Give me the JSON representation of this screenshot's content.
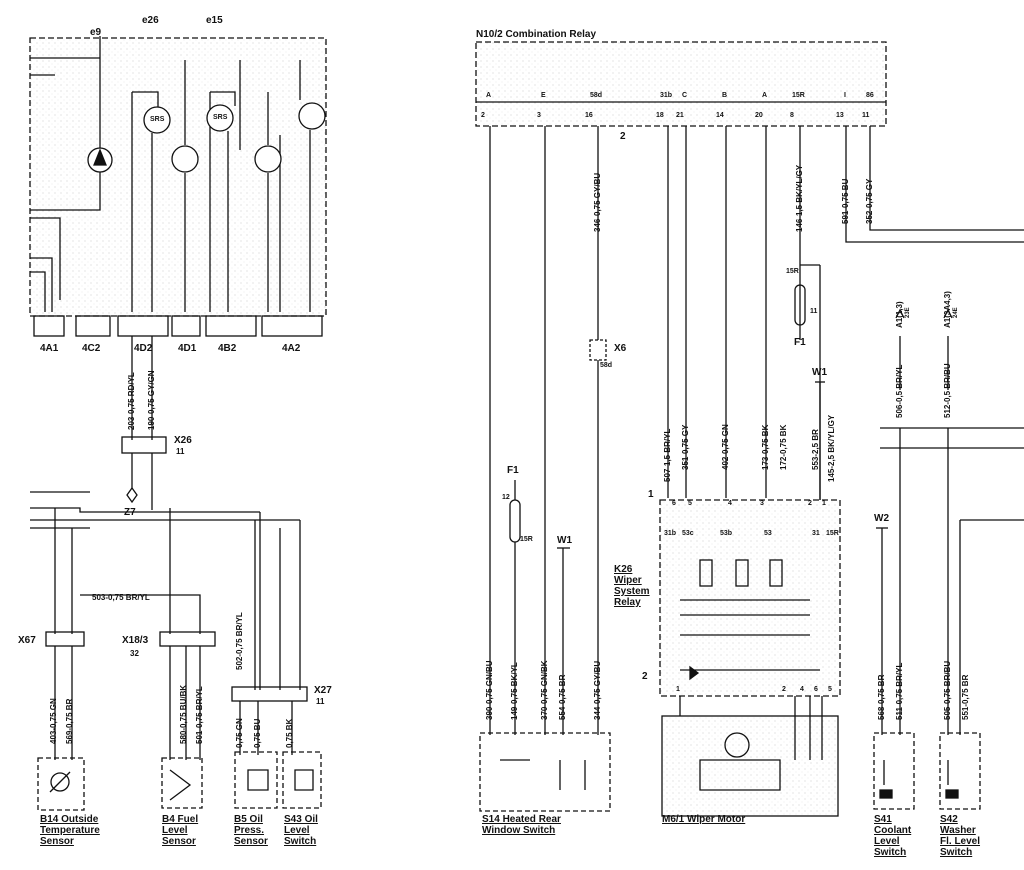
{
  "cluster": {
    "bulb_labels": [
      "e9",
      "e26",
      "e15"
    ],
    "srs_text_1": "SRS",
    "srs_text_2": "SRS",
    "connectors": [
      "4A1",
      "4C2",
      "4D2",
      "4D1",
      "4B2",
      "4A2"
    ]
  },
  "relay": {
    "title": "N10/2 Combination Relay",
    "area_number": "2",
    "terminals": [
      "A",
      "E",
      "58d",
      "31b",
      "C",
      "B",
      "A",
      "15R",
      "I",
      "86"
    ],
    "pins": [
      "2",
      "3",
      "16",
      "18",
      "21",
      "14",
      "20",
      "8",
      "13",
      "11"
    ]
  },
  "wires_left": [
    "203-0,75 RD/YL",
    "190-0,75 GY/GN",
    "503-0,75 BR/YL",
    "502-0,75 BR/YL",
    "403-0,75 GN",
    "569-0,75 BR",
    "580-0,75 BU/BK",
    "501-0,75 BR/YL",
    "0,75 GN",
    "0,75 BU",
    "0,75 BK"
  ],
  "wires_relay": [
    "346-0,75 GY/BU",
    "146-1,5 BK/YL/GY",
    "591-0,75 BU",
    "352-0,75 GY"
  ],
  "wires_mid": [
    "507-1,5 BR/YL",
    "351-0,75 GY",
    "402-0,75 GN",
    "173-0,75 BK",
    "172-0,75 BK",
    "553-2,5 BR",
    "145-2,5 BK/YL/GY",
    "506-0,5 BR/YL",
    "512-0,5 BR/BU"
  ],
  "wires_bottom": [
    "390-0,75 GN/BU",
    "149-0,75 BK/YL",
    "370-0,75 GN/BK",
    "554-0,75 BR",
    "344-0,75 GY/BU",
    "568-0,75 BR",
    "511-0,75 BR/YL",
    "505-0,75 BR/BU",
    "551-0,75 BR"
  ],
  "refs": {
    "a1_1": "A1(1,3)",
    "a1_1b": "23E",
    "a1_2": "A1(3A4,3)",
    "a1_2b": "24E"
  },
  "connectors": {
    "x26": "X26",
    "x26_sub": "11",
    "z7": "Z7",
    "x67": "X67",
    "x18": "X18/3",
    "x18_sub": "32",
    "x27": "X27",
    "x27_sub": "11",
    "x6": "X6",
    "x6_pin": "58d"
  },
  "fuses": {
    "f1_top": "F1",
    "f1_top_in": "15R",
    "f1_top_out": "11",
    "f1_low": "F1",
    "f1_low_in": "12",
    "f1_low_out": "15R"
  },
  "grounds": {
    "w1_a": "W1",
    "w1_b": "W1",
    "w2": "W2"
  },
  "k26": {
    "line1": "K26",
    "line2": "Wiper",
    "line3": "System",
    "line4": "Relay",
    "row1": "1",
    "row2": "2",
    "terms": [
      "31b",
      "53c",
      "53b",
      "53",
      "31",
      "15R"
    ],
    "pins_top": [
      "6",
      "5",
      "4",
      "3",
      "2",
      "1"
    ],
    "pins_bot": [
      "1",
      "2",
      "4",
      "6",
      "5"
    ]
  },
  "components": {
    "b14": [
      "B14 Outside",
      "Temperature",
      "Sensor"
    ],
    "b4": [
      "B4 Fuel",
      "Level",
      "Sensor"
    ],
    "b5": [
      "B5 Oil",
      "Press.",
      "Sensor"
    ],
    "s43": [
      "S43 Oil",
      "Level",
      "Switch"
    ],
    "s14": [
      "S14 Heated Rear",
      "Window Switch"
    ],
    "m61": [
      "M6/1 Wiper Motor"
    ],
    "s41": [
      "S41",
      "Coolant",
      "Level",
      "Switch"
    ],
    "s42": [
      "S42",
      "Washer",
      "Fl. Level",
      "Switch"
    ]
  }
}
